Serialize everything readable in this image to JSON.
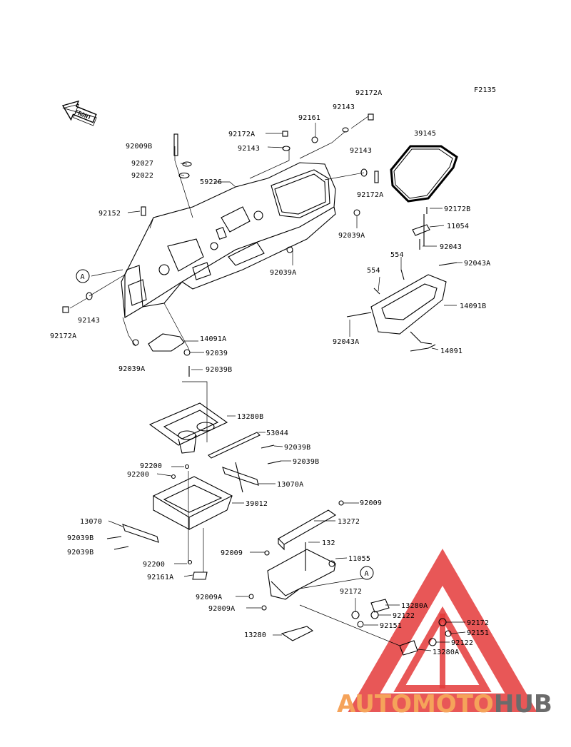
{
  "figure_code": "F2135",
  "front_label": "FRONT",
  "watermark": {
    "part1": "AUTOMOTO",
    "part2": "HUB",
    "color1": "#f5a35a",
    "color2": "#6b6b6b",
    "triangle_color": "#e43a3a"
  },
  "callout_ref": "A",
  "labels": {
    "p92172A_1": "92172A",
    "p92143_1": "92143",
    "p92161_1": "92161",
    "p92172A_2": "92172A",
    "p92143_2": "92143",
    "p39145": "39145",
    "p92009B": "92009B",
    "p92027": "92027",
    "p92022": "92022",
    "p59226": "59226",
    "p92143_3": "92143",
    "p92172A_3": "92172A",
    "p92152": "92152",
    "p92172B": "92172B",
    "p11054": "11054",
    "p92039A_1": "92039A",
    "p92043": "92043",
    "p554_1": "554",
    "p92043A_1": "92043A",
    "p92039A_2": "92039A",
    "p554_2": "554",
    "p14091B": "14091B",
    "p92143_4": "92143",
    "p92172A_4": "92172A",
    "p92043A_2": "92043A",
    "p14091A": "14091A",
    "p92039": "92039",
    "p14091": "14091",
    "p92039A_3": "92039A",
    "p92039B_1": "92039B",
    "p13280B": "13280B",
    "p53044": "53044",
    "p92039B_2": "92039B",
    "p92200_1": "92200",
    "p92039B_3": "92039B",
    "p92200_2": "92200",
    "p13070A": "13070A",
    "p92009": "92009",
    "p39012": "39012",
    "p13070": "13070",
    "p13272": "13272",
    "p92039B_4": "92039B",
    "p132": "132",
    "p92039B_5": "92039B",
    "p92009_2": "92009",
    "p11055": "11055",
    "p92200_3": "92200",
    "p92161A": "92161A",
    "p92172": "92172",
    "p13280A_1": "13280A",
    "p92009A_1": "92009A",
    "p92122_1": "92122",
    "p92009A_2": "92009A",
    "p92151_1": "92151",
    "p92172_2": "92172",
    "p92151_2": "92151",
    "p13280": "13280",
    "p92122_2": "92122",
    "p13280A_2": "13280A"
  }
}
